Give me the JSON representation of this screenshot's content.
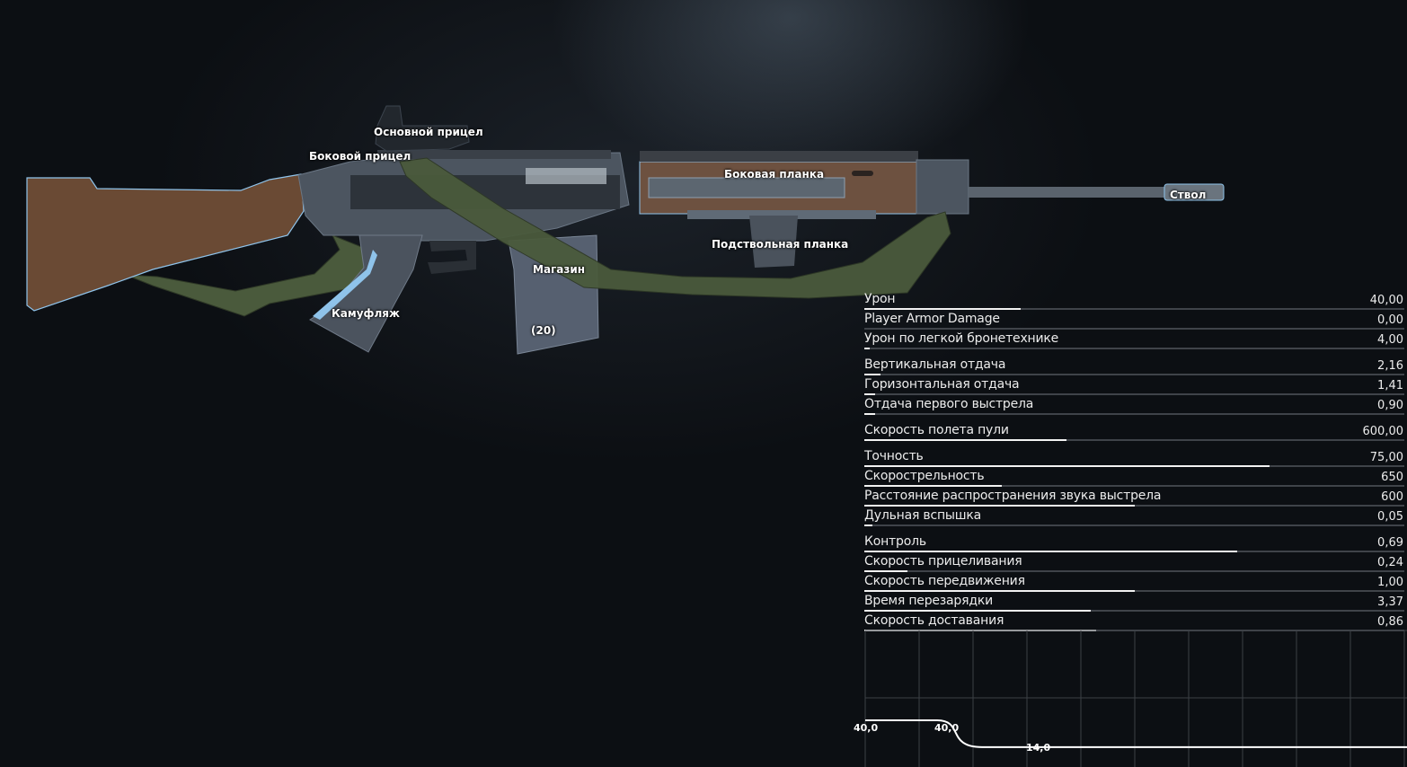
{
  "parts": {
    "main_sight": "Основной прицел",
    "side_sight": "Боковой прицел",
    "side_rail": "Боковая планка",
    "barrel": "Ствол",
    "underbarrel_rail": "Подствольная планка",
    "magazine": "Магазин",
    "magazine_capacity": "(20)",
    "camo": "Камуфляж"
  },
  "colors": {
    "stock": "#6a4a34",
    "receiver": "#4c5560",
    "sling": "#4a5a3c",
    "handguard": "#6d5140",
    "highlight": "#8fc3ea"
  },
  "stats": [
    {
      "name": "Урон",
      "value": "40,00",
      "fill": 0.29,
      "gap": false
    },
    {
      "name": "Player Armor Damage",
      "value": "0,00",
      "fill": 0.0,
      "gap": false
    },
    {
      "name": "Урон по легкой бронетехнике",
      "value": "4,00",
      "fill": 0.01,
      "gap": false
    },
    {
      "name": "Вертикальная отдача",
      "value": "2,16",
      "fill": 0.03,
      "gap": true
    },
    {
      "name": "Горизонтальная отдача",
      "value": "1,41",
      "fill": 0.02,
      "gap": false
    },
    {
      "name": "Отдача первого выстрела",
      "value": "0,90",
      "fill": 0.02,
      "gap": false
    },
    {
      "name": "Скорость полета пули",
      "value": "600,00",
      "fill": 0.375,
      "gap": true
    },
    {
      "name": "Точность",
      "value": "75,00",
      "fill": 0.75,
      "gap": true
    },
    {
      "name": "Скорострельность",
      "value": "650",
      "fill": 0.255,
      "gap": false
    },
    {
      "name": "Расстояние распространения звука выстрела",
      "value": "600",
      "fill": 0.5,
      "gap": false
    },
    {
      "name": "Дульная вспышка",
      "value": "0,05",
      "fill": 0.015,
      "gap": false
    },
    {
      "name": "Контроль",
      "value": "0,69",
      "fill": 0.69,
      "gap": true
    },
    {
      "name": "Скорость прицеливания",
      "value": "0,24",
      "fill": 0.08,
      "gap": false
    },
    {
      "name": "Скорость передвижения",
      "value": "1,00",
      "fill": 0.5,
      "gap": false
    },
    {
      "name": "Время перезарядки",
      "value": "3,37",
      "fill": 0.42,
      "gap": false
    },
    {
      "name": "Скорость доставания",
      "value": "0,86",
      "fill": 0.43,
      "gap": false
    }
  ],
  "chart_data": {
    "type": "line",
    "title": "",
    "xlabel": "",
    "ylabel": "",
    "grid": true,
    "series": [
      {
        "values": [
          {
            "x": 0,
            "y": 40.0
          },
          {
            "x": 1,
            "y": 40.0
          },
          {
            "x": 2,
            "y": 14.0
          },
          {
            "x": 10,
            "y": 14.0
          }
        ]
      }
    ],
    "point_labels": [
      "40,0",
      "40,0",
      "14,0"
    ],
    "ylim": [
      0,
      100
    ],
    "xlim": [
      0,
      10
    ]
  }
}
